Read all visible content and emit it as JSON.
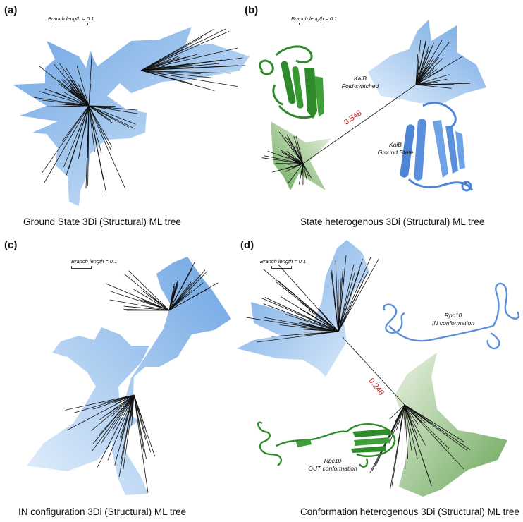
{
  "panels": [
    {
      "label": "(a)",
      "scale_text": "Branch length = 0.1",
      "caption": "Ground State 3Di (Structural) ML tree"
    },
    {
      "label": "(b)",
      "scale_text": "Branch length = 0.1",
      "caption": "State heterogenous 3Di (Structural) ML tree",
      "branch_value": "0.548",
      "structure_top": {
        "name": "KaiB",
        "state": "Fold-switched"
      },
      "structure_bottom": {
        "name": "KaiB",
        "state": "Ground State"
      }
    },
    {
      "label": "(c)",
      "scale_text": "Branch length = 0.1",
      "caption": "IN configuration 3Di (Structural) ML tree"
    },
    {
      "label": "(d)",
      "scale_text": "Branch length = 0.1",
      "caption": "Conformation heterogenous 3Di (Structural) ML tree",
      "branch_value": "0.248",
      "structure_top": {
        "name": "Rpc10",
        "state": "IN conformation"
      },
      "structure_bottom": {
        "name": "Rpc10",
        "state": "OUT conformation"
      }
    }
  ],
  "colors": {
    "blue": "#5d9be0",
    "green": "#5a9d45",
    "red_value": "#c81e1e"
  }
}
